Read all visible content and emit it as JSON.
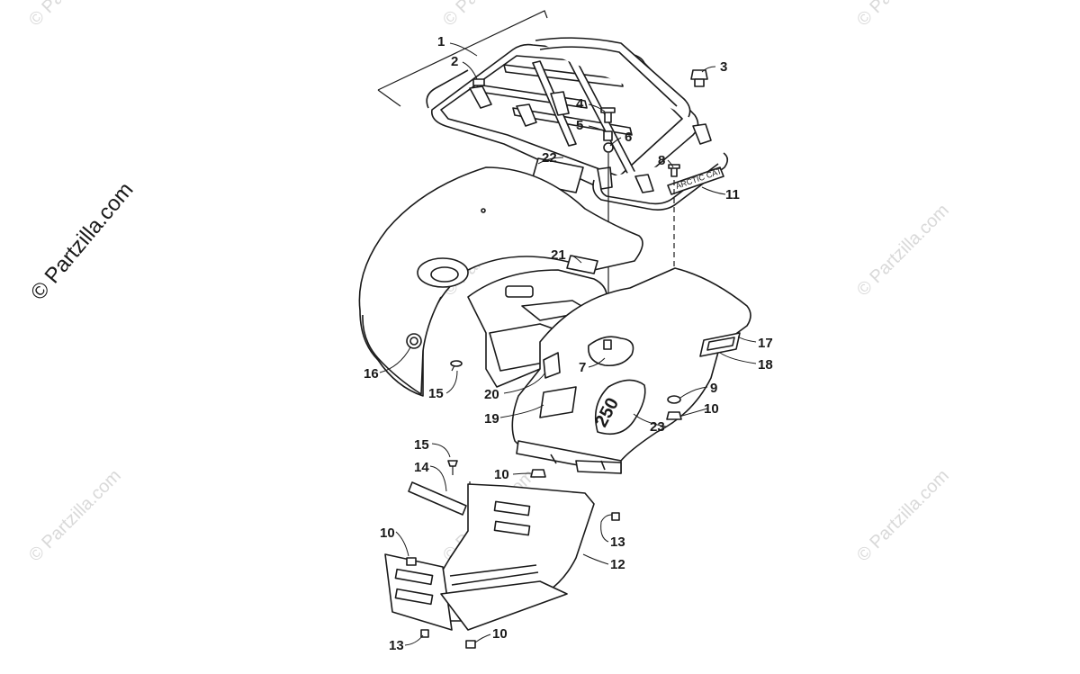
{
  "watermarks": {
    "main": "© Partzilla.com",
    "repeat": "© Partzilla.com"
  },
  "rack_decal_text": "ARCTIC CAT",
  "fender_decal_text": "250",
  "callouts": {
    "c1": "1",
    "c2": "2",
    "c3": "3",
    "c4": "4",
    "c5": "5",
    "c6": "6",
    "c7": "7",
    "c8": "8",
    "c9": "9",
    "c10a": "10",
    "c10b": "10",
    "c10c": "10",
    "c10d": "10",
    "c11": "11",
    "c12": "12",
    "c13a": "13",
    "c13b": "13",
    "c14": "14",
    "c15a": "15",
    "c15b": "15",
    "c16": "16",
    "c17": "17",
    "c18": "18",
    "c19": "19",
    "c20": "20",
    "c21": "21",
    "c22": "22",
    "c23": "23"
  },
  "colors": {
    "line": "#1a1a1a",
    "watermark": "#d9d9d9",
    "background": "#ffffff"
  }
}
